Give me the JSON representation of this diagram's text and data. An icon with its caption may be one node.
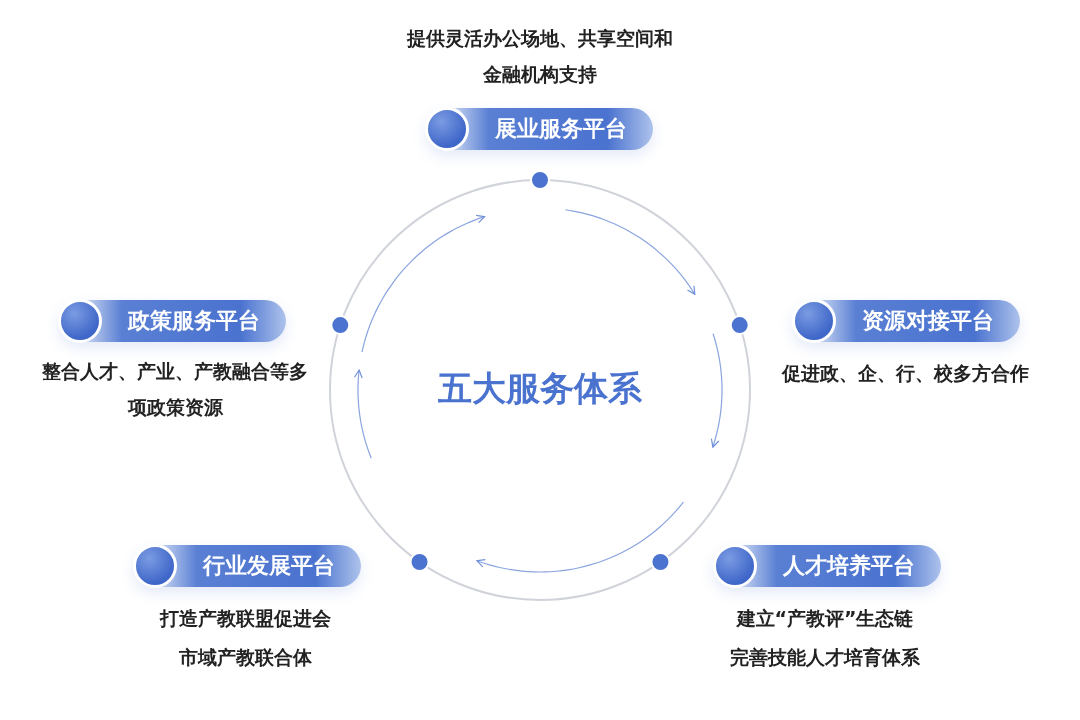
{
  "diagram": {
    "nodes": [
      {
        "text": [
          "展业服务平台"
        ],
        "beside": [
          "提供灵活办公场地、共享空间和金融机构支持"
        ]
      },
      {
        "text": [
          "政策服务平台"
        ],
        "beside": [
          "整合人才、产业、产教融合等多项政策资源"
        ]
      },
      {
        "text": [
          "资源对接平台"
        ],
        "beside": [
          "促进政、企、行、校多方合作"
        ]
      },
      {
        "text": [
          "五大服务体系"
        ]
      },
      {
        "text": [
          "行业发展平台"
        ],
        "beside": [
          "打造产教联盟促进会",
          "市域产教联合体"
        ]
      },
      {
        "text": [
          "人才培养平台"
        ],
        "beside": [
          "建立“产教评”生态链",
          "完善技能人才培育体系"
        ]
      }
    ]
  }
}
